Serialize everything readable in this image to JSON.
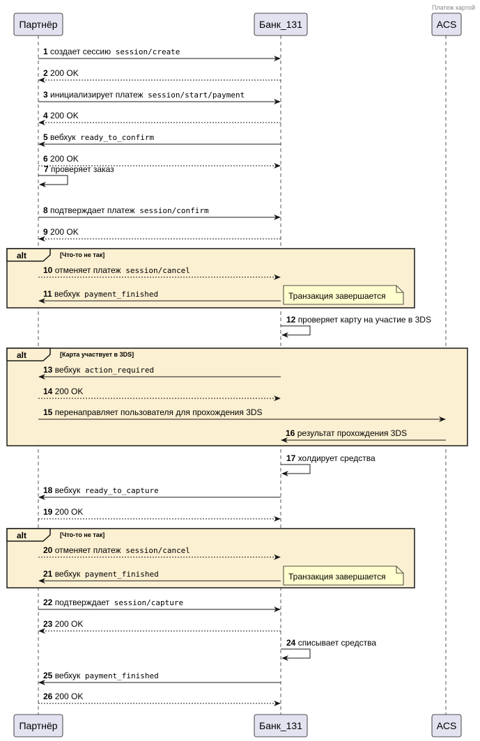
{
  "diagram_title": "Платеж картой",
  "participants": [
    {
      "id": "partner",
      "label": "Партнёр"
    },
    {
      "id": "bank",
      "label": "Банк_131"
    },
    {
      "id": "acs",
      "label": "ACS"
    }
  ],
  "groups": [
    {
      "keyword": "alt",
      "condition": "[Что-то не так]"
    },
    {
      "keyword": "alt",
      "condition": "[Карта участвует в 3DS]"
    },
    {
      "keyword": "alt",
      "condition": "[Что-то не так]"
    }
  ],
  "notes": [
    {
      "text": "Транзакция завершается"
    },
    {
      "text": "Транзакция завершается"
    }
  ],
  "messages": [
    {
      "num": "1",
      "text": "создает сессию",
      "code": "session/create",
      "from": "partner",
      "to": "bank",
      "dashed": false
    },
    {
      "num": "2",
      "text": "200 OK",
      "code": "",
      "from": "bank",
      "to": "partner",
      "dashed": true
    },
    {
      "num": "3",
      "text": "инициализирует платеж",
      "code": "session/start/payment",
      "from": "partner",
      "to": "bank",
      "dashed": false
    },
    {
      "num": "4",
      "text": "200 OK",
      "code": "",
      "from": "bank",
      "to": "partner",
      "dashed": true
    },
    {
      "num": "5",
      "text": "вебхук",
      "code": "ready_to_confirm",
      "from": "bank",
      "to": "partner",
      "dashed": false
    },
    {
      "num": "6",
      "text": "200 OK",
      "code": "",
      "from": "partner",
      "to": "bank",
      "dashed": true
    },
    {
      "num": "7",
      "text": "проверяет заказ",
      "code": "",
      "from": "partner",
      "to": "partner",
      "dashed": false
    },
    {
      "num": "8",
      "text": "подтверждает платеж",
      "code": "session/confirm",
      "from": "partner",
      "to": "bank",
      "dashed": false
    },
    {
      "num": "9",
      "text": "200 OK",
      "code": "",
      "from": "bank",
      "to": "partner",
      "dashed": true
    },
    {
      "num": "10",
      "text": "отменяет платеж",
      "code": "session/cancel",
      "from": "partner",
      "to": "bank",
      "dashed": true
    },
    {
      "num": "11",
      "text": "вебхук",
      "code": "payment_finished",
      "from": "bank",
      "to": "partner",
      "dashed": false
    },
    {
      "num": "12",
      "text": "проверяет карту на участие в 3DS",
      "code": "",
      "from": "bank",
      "to": "bank",
      "dashed": false
    },
    {
      "num": "13",
      "text": "вебхук",
      "code": "action_required",
      "from": "bank",
      "to": "partner",
      "dashed": false
    },
    {
      "num": "14",
      "text": "200 OK",
      "code": "",
      "from": "partner",
      "to": "bank",
      "dashed": true
    },
    {
      "num": "15",
      "text": "перенаправляет пользователя для прохождения 3DS",
      "code": "",
      "from": "partner",
      "to": "acs",
      "dashed": false
    },
    {
      "num": "16",
      "text": "результат прохождения 3DS",
      "code": "",
      "from": "acs",
      "to": "bank",
      "dashed": false
    },
    {
      "num": "17",
      "text": "холдирует средства",
      "code": "",
      "from": "bank",
      "to": "bank",
      "dashed": false
    },
    {
      "num": "18",
      "text": "вебхук",
      "code": "ready_to_capture",
      "from": "bank",
      "to": "partner",
      "dashed": false
    },
    {
      "num": "19",
      "text": "200 OK",
      "code": "",
      "from": "partner",
      "to": "bank",
      "dashed": true
    },
    {
      "num": "20",
      "text": "отменяет платеж",
      "code": "session/cancel",
      "from": "partner",
      "to": "bank",
      "dashed": true
    },
    {
      "num": "21",
      "text": "вебхук",
      "code": "payment_finished",
      "from": "bank",
      "to": "partner",
      "dashed": false
    },
    {
      "num": "22",
      "text": "подтверждает",
      "code": "session/capture",
      "from": "partner",
      "to": "bank",
      "dashed": false
    },
    {
      "num": "23",
      "text": "200 OK",
      "code": "",
      "from": "bank",
      "to": "partner",
      "dashed": true
    },
    {
      "num": "24",
      "text": "списывает средства",
      "code": "",
      "from": "bank",
      "to": "bank",
      "dashed": false
    },
    {
      "num": "25",
      "text": "вебхук",
      "code": "payment_finished",
      "from": "bank",
      "to": "partner",
      "dashed": false
    },
    {
      "num": "26",
      "text": "200 OK",
      "code": "",
      "from": "partner",
      "to": "bank",
      "dashed": true
    }
  ],
  "colors": {
    "participant_fill": "#E2E2F0",
    "participant_border": "#181818",
    "group_fill": "#FCF0D2",
    "note_fill": "#FEFECE",
    "lifeline": "#555555",
    "arrow": "#181818"
  }
}
